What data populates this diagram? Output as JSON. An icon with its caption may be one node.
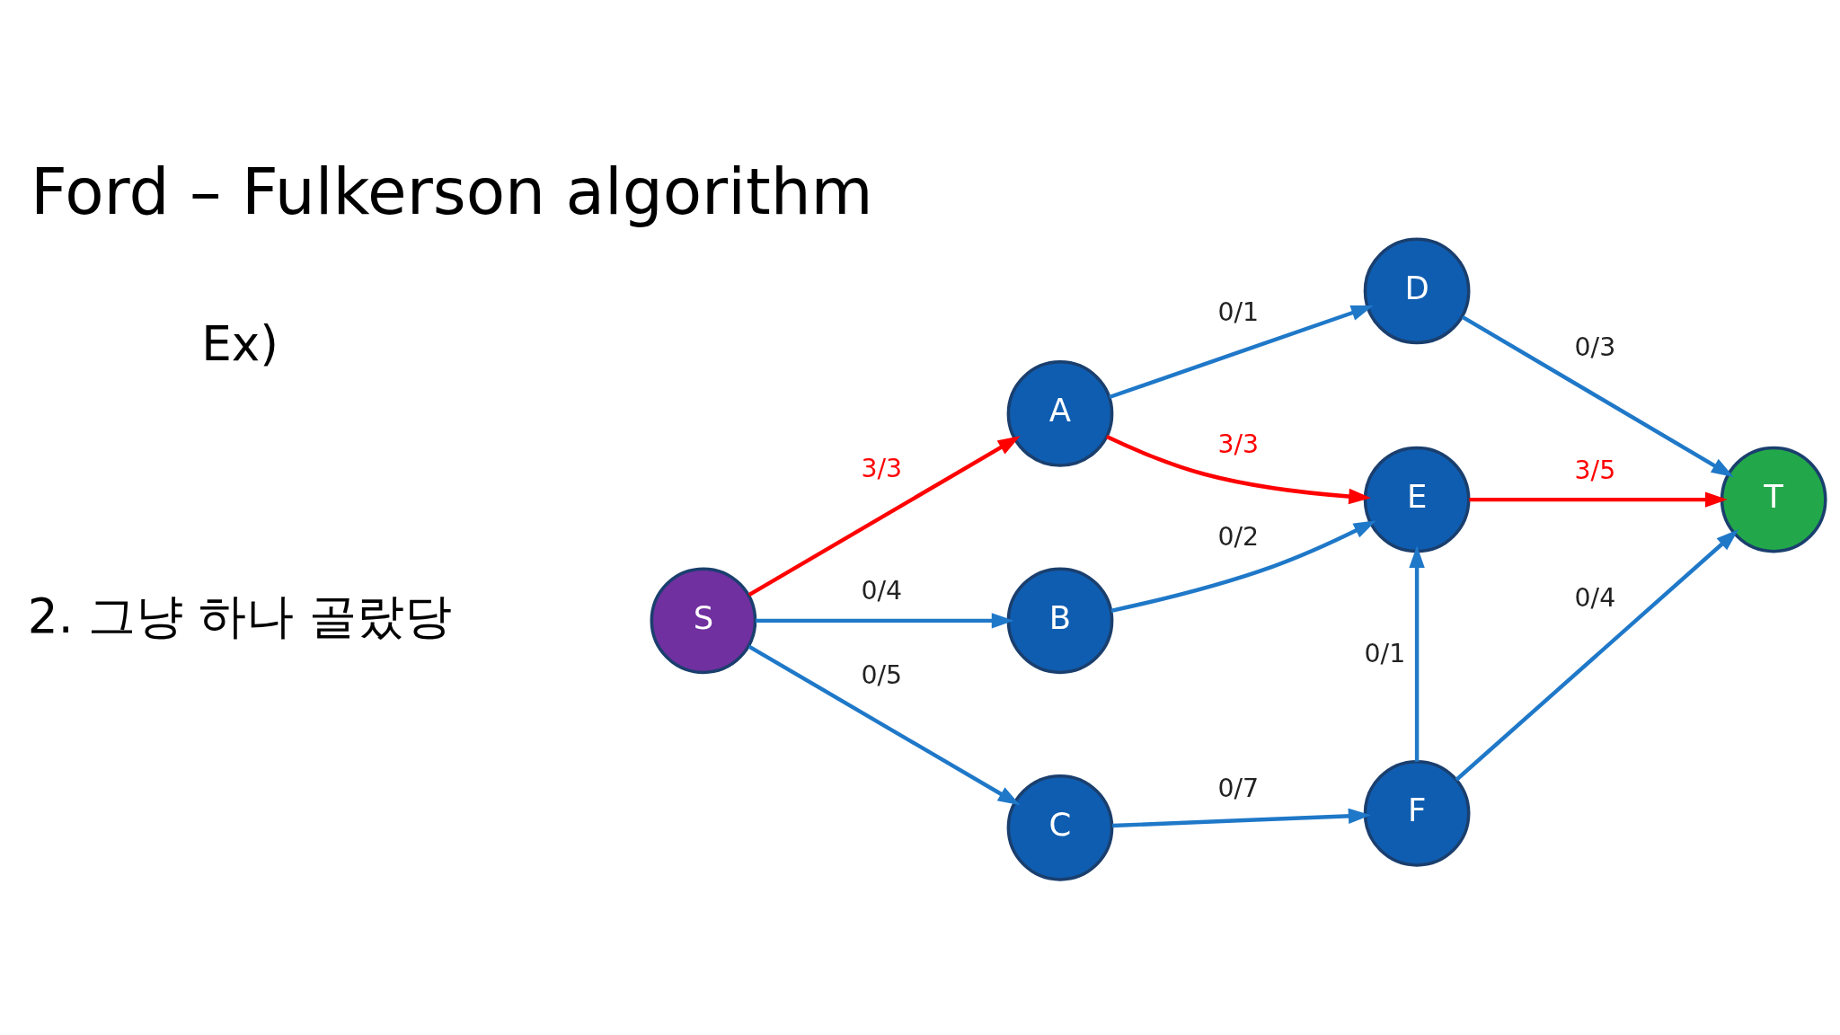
{
  "diagram": {
    "title": "Ford – Fulkerson algorithm",
    "nodes": [
      {
        "text": [
          "S"
        ]
      },
      {
        "text": [
          "A"
        ]
      },
      {
        "text": [
          "B"
        ]
      },
      {
        "text": [
          "C"
        ]
      },
      {
        "text": [
          "D"
        ]
      },
      {
        "text": [
          "E"
        ]
      },
      {
        "text": [
          "F"
        ]
      },
      {
        "text": [
          "T"
        ]
      }
    ],
    "edges": [
      {
        "from": 0,
        "to": 1,
        "arrow": "to",
        "label": "3/3",
        "color": "#ff0000"
      },
      {
        "from": 0,
        "to": 2,
        "arrow": "to",
        "label": "0/4"
      },
      {
        "from": 0,
        "to": 3,
        "arrow": "to",
        "label": "0/5"
      },
      {
        "from": 1,
        "to": 4,
        "arrow": "to",
        "label": "0/1"
      },
      {
        "from": 1,
        "to": 5,
        "arrow": "to",
        "label": "3/3",
        "color": "#ff0000"
      },
      {
        "from": 2,
        "to": 5,
        "arrow": "to",
        "label": "0/2"
      },
      {
        "from": 3,
        "to": 6,
        "arrow": "to",
        "label": "0/7"
      },
      {
        "from": 6,
        "to": 5,
        "arrow": "to",
        "label": "0/1"
      },
      {
        "from": 4,
        "to": 7,
        "arrow": "to",
        "label": "0/3"
      },
      {
        "from": 5,
        "to": 7,
        "arrow": "to",
        "label": "3/5",
        "color": "#ff0000"
      },
      {
        "from": 6,
        "to": 7,
        "arrow": "to",
        "label": "0/4"
      }
    ],
    "labels": [
      "Ex)",
      "2. 그냥 하나 골랐당"
    ]
  }
}
